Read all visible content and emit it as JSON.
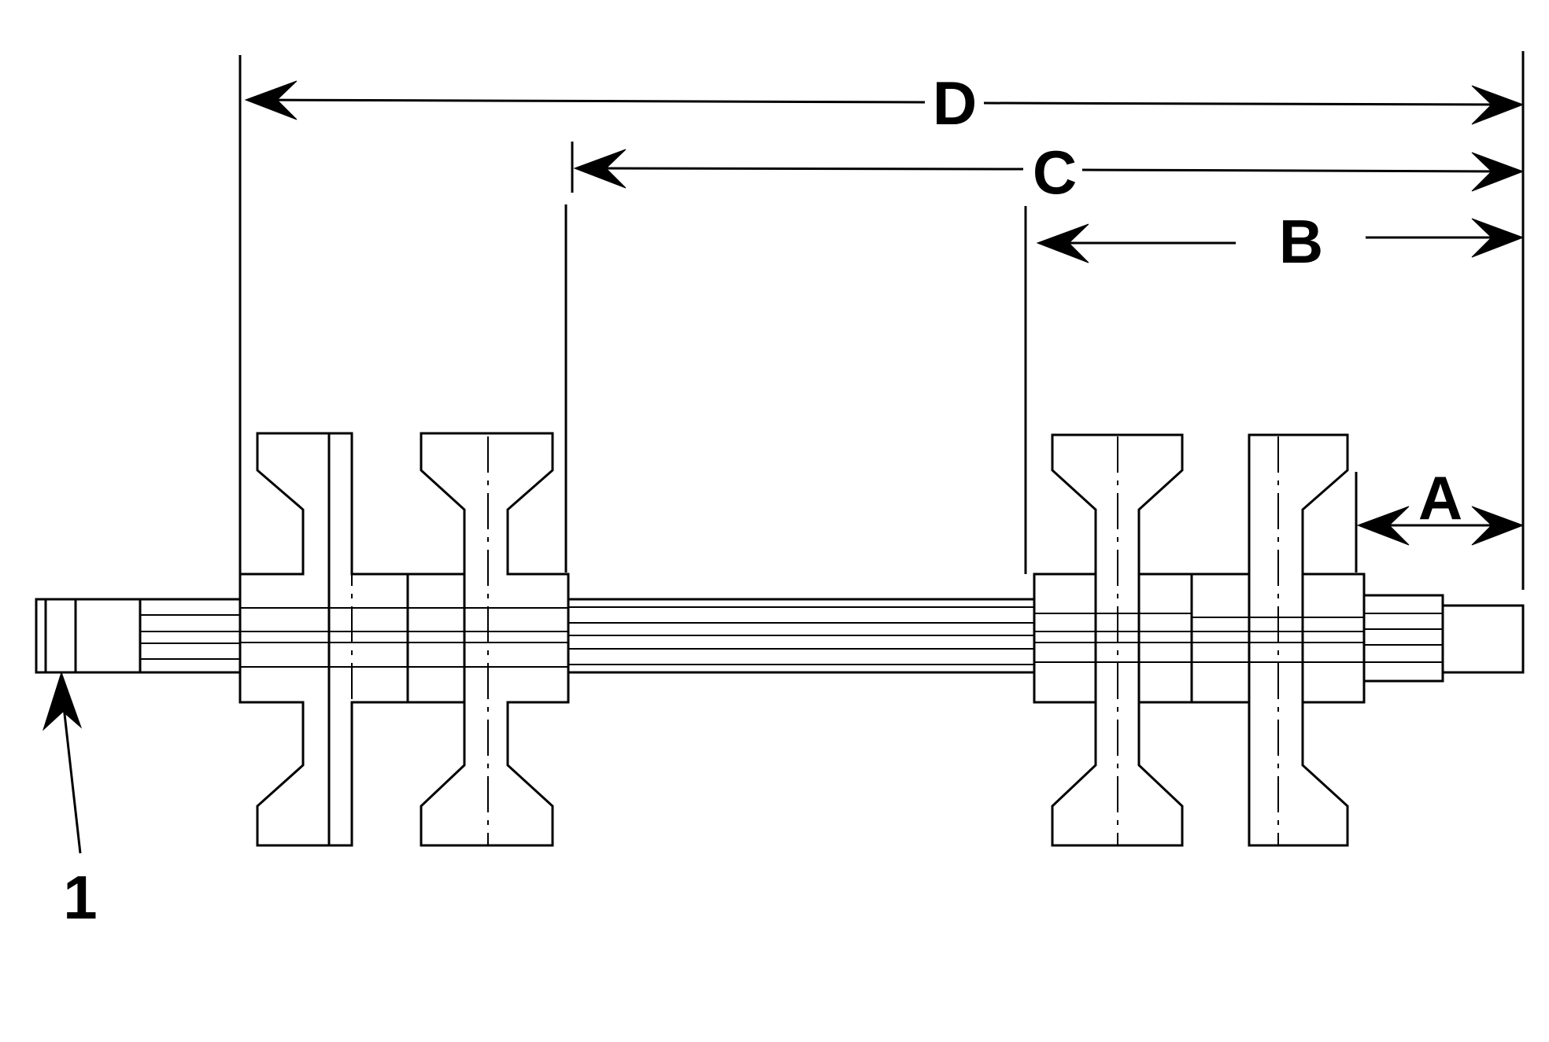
{
  "labels": {
    "A": "A",
    "B": "B",
    "C": "C",
    "D": "D",
    "callout": "1"
  }
}
